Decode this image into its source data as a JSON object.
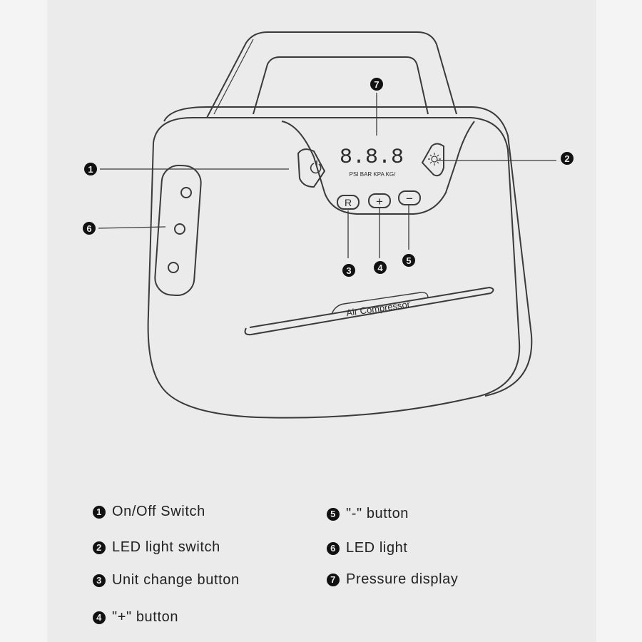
{
  "diagram": {
    "display_digits": "8.8.8",
    "display_units": "PSI  BAR KPA KG/",
    "button_r": "R",
    "button_plus": "+",
    "button_minus": "−",
    "product_label": "Air Compressor",
    "callouts": [
      "1",
      "2",
      "3",
      "4",
      "5",
      "6",
      "7"
    ]
  },
  "legend": [
    {
      "num": "1",
      "label": "On/Off Switch"
    },
    {
      "num": "2",
      "label": "LED light switch"
    },
    {
      "num": "3",
      "label": "Unit change button"
    },
    {
      "num": "4",
      "label": "\"+\" button"
    },
    {
      "num": "5",
      "label": "\"-\" button"
    },
    {
      "num": "6",
      "label": "LED light"
    },
    {
      "num": "7",
      "label": "Pressure display"
    }
  ]
}
